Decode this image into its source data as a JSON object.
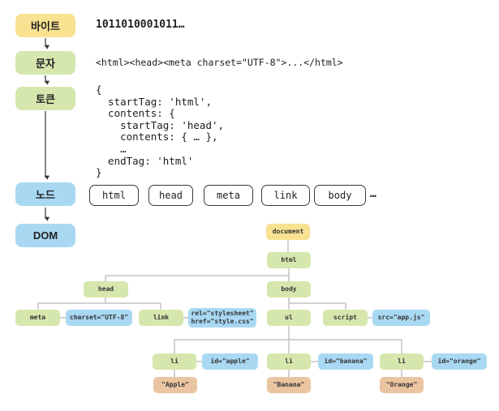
{
  "colors": {
    "stage_yellow": "#F8E191",
    "stage_green": "#D6E7AE",
    "stage_blue": "#A9D8F3",
    "text_node_orange": "#EBC5A2",
    "tree_line_gray": "#C4C4C4",
    "arrow_dark": "#333333"
  },
  "pipeline": {
    "stages": [
      {
        "label": "바이트"
      },
      {
        "label": "문자"
      },
      {
        "label": "토큰"
      },
      {
        "label": "노드"
      },
      {
        "label": "DOM"
      }
    ]
  },
  "examples": {
    "bytes": "1011010001011…",
    "characters": "<html><head><meta charset=\"UTF-8\">...</html>",
    "tokens": "{\n  startTag: 'html',\n  contents: {\n    startTag: 'head',\n    contents: { … },\n    …\n  endTag: 'html'\n}",
    "nodes": [
      "html",
      "head",
      "meta",
      "link",
      "body"
    ],
    "nodes_more": "…"
  },
  "dom_tree": {
    "nodes": {
      "document": "document",
      "html": "html",
      "head": "head",
      "body": "body",
      "meta": "meta",
      "meta_attr": "charset=\"UTF-8\"",
      "link": "link",
      "link_attr": "rel=\"stylesheet\"\nhref=\"style.css\"",
      "ul": "ul",
      "script": "script",
      "script_attr": "src=\"app.js\"",
      "li_apple": "li",
      "li_apple_attr": "id=\"apple\"",
      "li_banana": "li",
      "li_banana_attr": "id=\"banana\"",
      "li_orange": "li",
      "li_orange_attr": "id=\"orange\"",
      "text_apple": "\"Apple\"",
      "text_banana": "\"Banana\"",
      "text_orange": "\"Orange\""
    }
  }
}
